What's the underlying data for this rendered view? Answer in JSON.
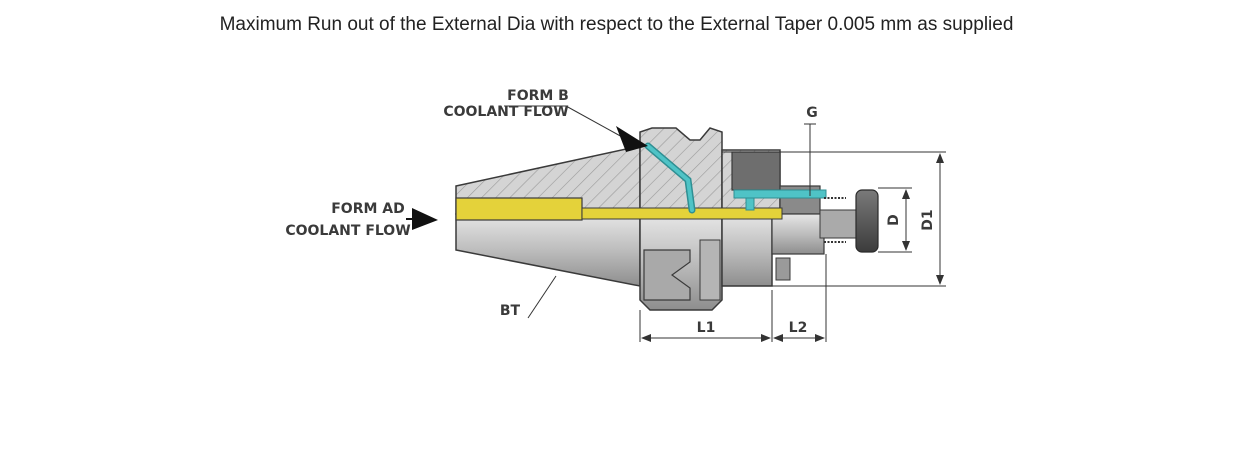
{
  "caption": "Maximum Run out of the External Dia with respect to the External Taper 0.005 mm as supplied",
  "labels": {
    "form_b": "FORM B",
    "coolant_flow_b": "COOLANT FLOW",
    "form_ad": "FORM AD",
    "coolant_flow_ad": "COOLANT FLOW",
    "bt": "BT",
    "l1": "L1",
    "l2": "L2",
    "g": "G",
    "d": "D",
    "d1": "D1"
  },
  "colors": {
    "body_grey": "#c8c8c8",
    "hatch": "#9a9a9a",
    "coolant_yellow": "#e4d23a",
    "coolant_cyan": "#4fc3c6",
    "dark_part": "#5a5a5a",
    "outline": "#3a3a3a"
  }
}
